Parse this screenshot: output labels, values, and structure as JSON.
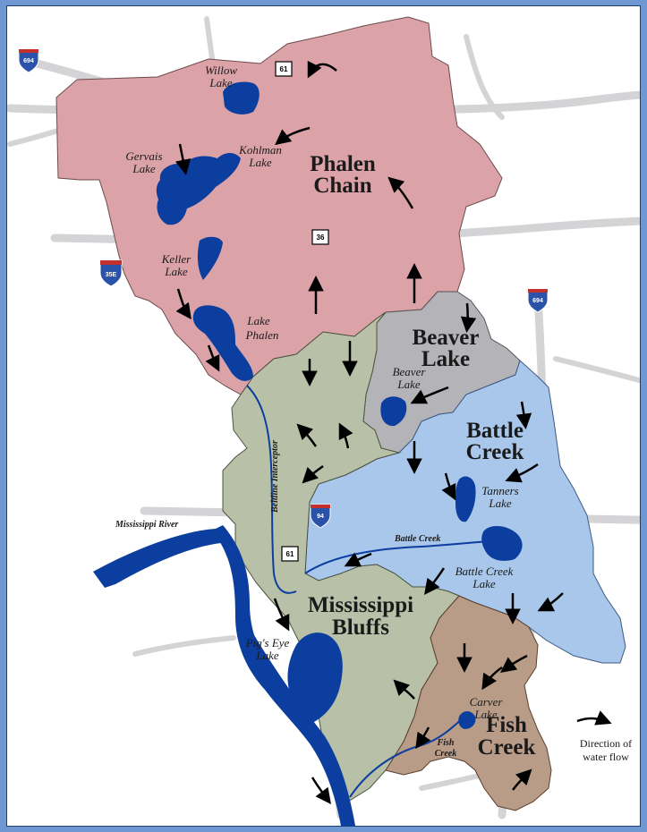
{
  "subwatersheds": {
    "phalen_line1": "Phalen",
    "phalen_line2": "Chain",
    "beaver_line1": "Beaver",
    "beaver_line2": "Lake",
    "battle_line1": "Battle",
    "battle_line2": "Creek",
    "bluffs_line1": "Mississippi",
    "bluffs_line2": "Bluffs",
    "fish_line1": "Fish",
    "fish_line2": "Creek"
  },
  "lakes": {
    "willow_1": "Willow",
    "willow_2": "Lake",
    "gervais_1": "Gervais",
    "gervais_2": "Lake",
    "kohlman_1": "Kohlman",
    "kohlman_2": "Lake",
    "keller_1": "Keller",
    "keller_2": "Lake",
    "phalen_1": "Lake",
    "phalen_2": "Phalen",
    "beaver_1": "Beaver",
    "beaver_2": "Lake",
    "tanners_1": "Tanners",
    "tanners_2": "Lake",
    "battlecreek_1": "Battle Creek",
    "battlecreek_2": "Lake",
    "pigseye_1": "Pig's Eye",
    "pigseye_2": "Lake",
    "carver_1": "Carver",
    "carver_2": "Lake"
  },
  "waterways": {
    "mississippi": "Mississippi River",
    "battle_creek": "Battle Creek",
    "beltline": "Beltline Interceptor",
    "fish_creek_1": "Fish",
    "fish_creek_2": "Creek"
  },
  "highways": {
    "i694_nw": "694",
    "us61_n": "61",
    "r36": "36",
    "i35e": "35E",
    "i694_e": "694",
    "i94": "94",
    "us61_s": "61"
  },
  "legend": {
    "line1": "Direction of",
    "line2": "water flow"
  },
  "colors": {
    "phalen": "#dba3a8",
    "beaver": "#b3b3b8",
    "battle": "#a9c7ea",
    "bluffs": "#b9c0a8",
    "fish": "#b99c88",
    "water": "#0b3e9f",
    "road": "#d2d2d4",
    "interstate_shield": "#2a52a8"
  }
}
